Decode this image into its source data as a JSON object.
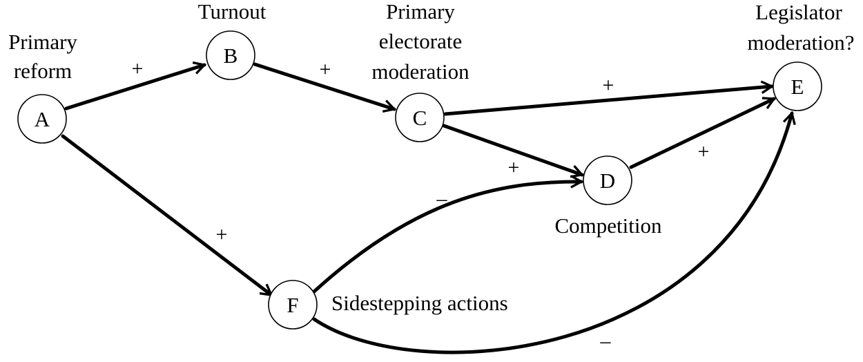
{
  "nodes": {
    "A": {
      "letter": "A",
      "label_line1": "Primary",
      "label_line2": "reform"
    },
    "B": {
      "letter": "B",
      "label_line1": "Turnout"
    },
    "C": {
      "letter": "C",
      "label_line1": "Primary",
      "label_line2": "electorate",
      "label_line3": "moderation"
    },
    "D": {
      "letter": "D",
      "label_line1": "Competition"
    },
    "E": {
      "letter": "E",
      "label_line1": "Legislator",
      "label_line2": "moderation?"
    },
    "F": {
      "letter": "F",
      "label_line1": "Sidestepping actions"
    }
  },
  "edges": {
    "A_B": {
      "from": "A",
      "to": "B",
      "sign": "+"
    },
    "B_C": {
      "from": "B",
      "to": "C",
      "sign": "+"
    },
    "C_E": {
      "from": "C",
      "to": "E",
      "sign": "+"
    },
    "C_D": {
      "from": "C",
      "to": "D",
      "sign": "+"
    },
    "D_E": {
      "from": "D",
      "to": "E",
      "sign": "+"
    },
    "A_F": {
      "from": "A",
      "to": "F",
      "sign": "+"
    },
    "F_D": {
      "from": "F",
      "to": "D",
      "sign": "–"
    },
    "F_E": {
      "from": "F",
      "to": "E",
      "sign": "–"
    }
  }
}
